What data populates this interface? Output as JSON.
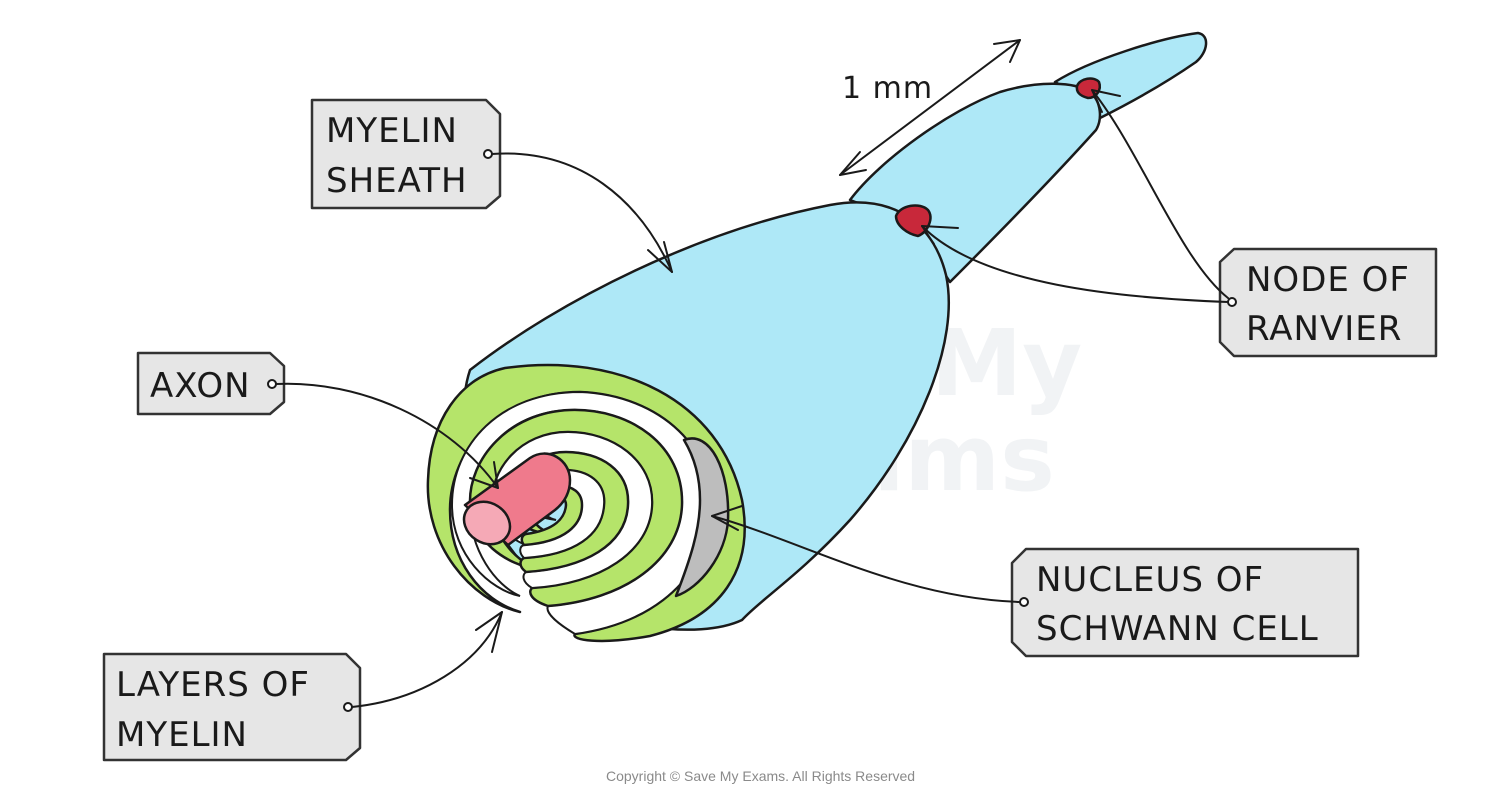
{
  "watermark": {
    "line1": "SaveMy",
    "line2": "Exams"
  },
  "scale": {
    "text": "1 mm"
  },
  "labels": {
    "myelin_sheath": [
      "MYELIN",
      "SHEATH"
    ],
    "axon": [
      "AXON"
    ],
    "layers_of_myelin": [
      "LAYERS  OF",
      "MYELIN"
    ],
    "node_of_ranvier": [
      "NODE  OF",
      "RANVIER"
    ],
    "nucleus_schwann": [
      "NUCLEUS  OF",
      "SCHWANN  CELL"
    ]
  },
  "copyright": "Copyright © Save My Exams. All Rights Reserved",
  "colors": {
    "sheath": "#aee8f7",
    "myelin_layers": "#b5e46a",
    "axon": "#ef7a8c",
    "axon_end": "#f5a9b6",
    "node": "#c8283a",
    "nucleus": "#bdbdbd",
    "tag": "#e6e6e6"
  }
}
